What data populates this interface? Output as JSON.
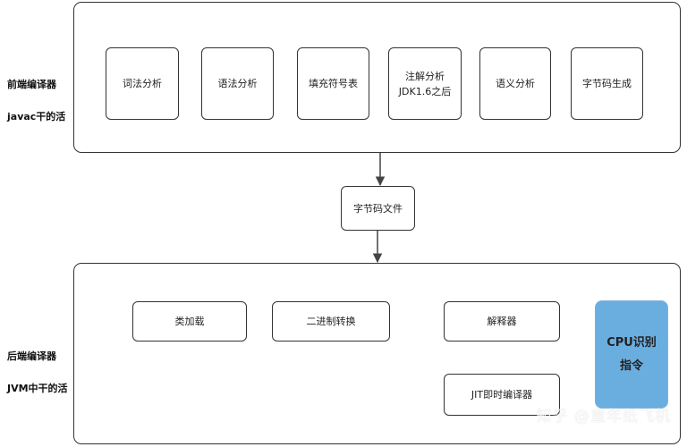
{
  "frontend": {
    "label_line1": "前端编译器",
    "label_line2": "javac干的活",
    "nodes": {
      "lexical": "词法分析",
      "syntax": "语法分析",
      "symbol": "填充符号表",
      "annotation_line1": "注解分析",
      "annotation_line2": "JDK1.6之后",
      "semantic": "语义分析",
      "bytecode_gen": "字节码生成"
    }
  },
  "bytecode_file": "字节码文件",
  "backend": {
    "label_line1": "后端编译器",
    "label_line2": "JVM中干的活",
    "nodes": {
      "class_loading": "类加载",
      "binary_convert": "二进制转换",
      "interpreter": "解释器",
      "jit": "JIT即时编译器",
      "cpu_line1": "CPU识别",
      "cpu_line2": "指令"
    }
  },
  "watermark": "知乎 @童年纸飞机",
  "colors": {
    "line": "#444444",
    "highlight": "#6aaee0"
  }
}
